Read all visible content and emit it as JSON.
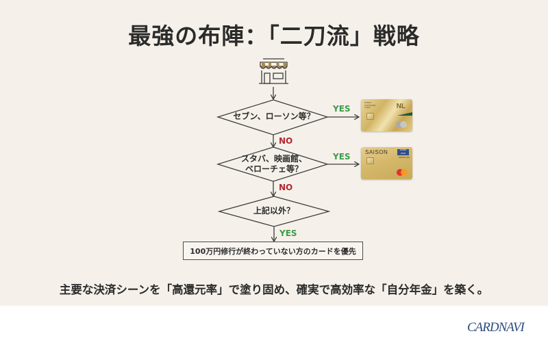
{
  "title": "最強の布陣：「二刀流」戦略",
  "flowchart": {
    "start_icon": "store-icon",
    "decisions": [
      {
        "label": "セブン、ローソン等？",
        "yes_label": "YES",
        "no_label": "NO",
        "yes_result": "nl-gold-card"
      },
      {
        "label_line1": "スタバ、映画館、",
        "label_line2": "ベローチェ等？",
        "yes_label": "YES",
        "no_label": "NO",
        "yes_result": "saison-gold-premium-card"
      },
      {
        "label": "上記以外？",
        "yes_label": "YES"
      }
    ],
    "result_box": "100万円修行が終わっていない方のカードを優先",
    "cards": {
      "nl": {
        "brand": "NL",
        "issuer": "MITSUI SUMITOMO CARD",
        "network": "mastercard"
      },
      "saison": {
        "brand": "SAISON",
        "badge": "SAISON GOLD",
        "tier": "PREMIUM",
        "network": "mastercard"
      }
    }
  },
  "caption": "主要な決済シーンを「高還元率」で塗り固め、確実で高効率な「自分年金」を築く。",
  "footer": {
    "logo": "CARDNAVI"
  },
  "colors": {
    "background": "#f5f1ea",
    "yes": "#3f9a4a",
    "no": "#b3262e",
    "logo": "#2c4a7a",
    "awning": "#a98b52"
  }
}
